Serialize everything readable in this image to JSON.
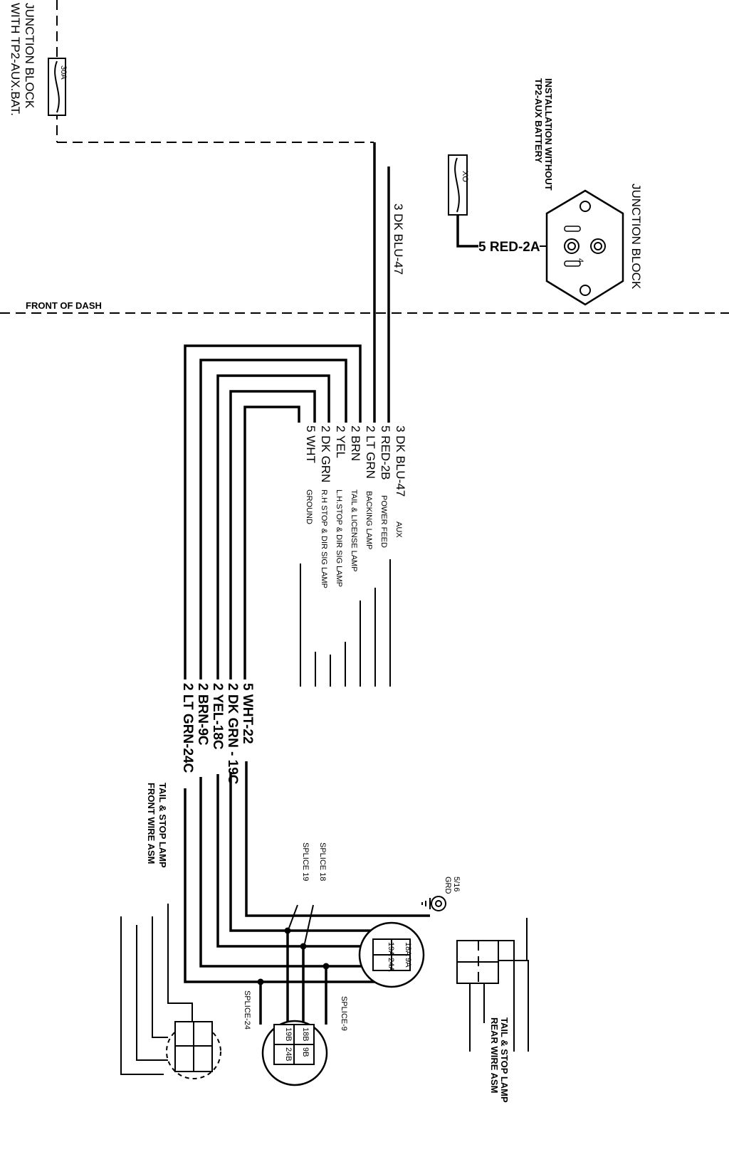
{
  "labels": {
    "junction_block_aux_line1": "JUNCTION BLOCK",
    "junction_block_aux_line2": "WITH TP2-AUX.BAT.",
    "fuse_30a": "30A",
    "install_line1": "INSTALLATION WITHOUT",
    "install_line2": "TP2-AUX BATTERY",
    "junction_block": "JUNCTION  BLOCK",
    "red_2a": "5 RED-2A",
    "terminal_4": "4",
    "front_of_dash": "FRONT OF DASH",
    "dkblu_47": "3 DK BLU-47",
    "grd_line1": "5/16",
    "grd_line2": "GRD",
    "splice_18": "SPLICE 18",
    "splice_19": "SPLICE 19",
    "splice_24": "SPLICE-24",
    "splice_9": "SPLICE-9",
    "front_asm_line1": "TAIL & STOP LAMP",
    "front_asm_line2": "FRONT WIRE ASM",
    "rear_asm_line1": "TAIL & STOP LAMP",
    "rear_asm_line2": "REAR WIRE ASM"
  },
  "circuits": [
    {
      "wire": "3 DK BLU-47",
      "function": "AUX"
    },
    {
      "wire": "5 RED-2B",
      "function": "POWER FEED"
    },
    {
      "wire": "2 LT GRN",
      "function": "BACKING LAMP"
    },
    {
      "wire": "2 BRN",
      "function": "TAIL & LICENSE LAMP"
    },
    {
      "wire": "2 YEL",
      "function": "L.H.STOP & DIR SIG LAMP"
    },
    {
      "wire": "2 DK GRN",
      "function": "R.H STOP & DIR SIG LAMP"
    },
    {
      "wire": "5 WHT",
      "function": "GROUND"
    }
  ],
  "lower_wires": [
    "5 WHT-22",
    "2 DK GRN - 19C",
    "2 YEL-18C",
    "2 BRN-9C",
    "2 LT GRN-24C"
  ],
  "connector_upper": [
    "19A",
    "18A",
    "24A",
    "9A"
  ],
  "connector_lower": [
    "19B",
    "18B",
    "24B",
    "9B"
  ]
}
